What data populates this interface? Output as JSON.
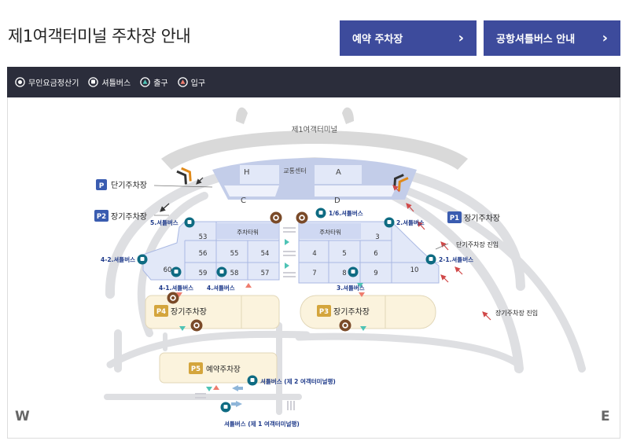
{
  "header": {
    "title": "제1여객터미널 주차장 안내",
    "btn_reservation": "예약 주차장",
    "btn_shuttle": "공항셔틀버스 안내"
  },
  "legend": {
    "items": [
      {
        "label": "무인요금정산기",
        "icon": "payment-kiosk-icon"
      },
      {
        "label": "셔틀버스",
        "icon": "bus-icon"
      },
      {
        "label": "출구",
        "icon": "exit-icon"
      },
      {
        "label": "입구",
        "icon": "entrance-icon"
      }
    ]
  },
  "colors": {
    "brand": "#3d4b9c",
    "legend_bg": "#2b2d3b",
    "lot_blue": "#e2e8f8",
    "lot_blue_border": "#a9b8e3",
    "lot_yellow": "#fbf3dd",
    "yellow_badge": "#d4a53c",
    "blue_badge": "#3a5cb0",
    "kiosk": "#7a4a28",
    "bus": "#0e6b82",
    "road": "#dedfe2"
  },
  "map": {
    "terminal": "제1여객터미널",
    "transport_center": "교통센터",
    "blocks": {
      "h": "H",
      "a": "A",
      "c": "C",
      "d": "D"
    },
    "short_term": {
      "badge": "P",
      "label": "단기주차장"
    },
    "p2": {
      "badge": "P2",
      "label": "장기주차장"
    },
    "p1": {
      "badge": "P1",
      "label": "장기주차장"
    },
    "p3": {
      "badge": "P3",
      "label": "장기주차장"
    },
    "p4": {
      "badge": "P4",
      "label": "장기주차장"
    },
    "p5": {
      "badge": "P5",
      "label": "예약주차장"
    },
    "tower_left": "주차타워",
    "tower_right": "주차타워",
    "zones": {
      "z53": "53",
      "z56": "56",
      "z55": "55",
      "z54": "54",
      "z60": "60",
      "z59": "59",
      "z58": "58",
      "z57": "57",
      "z3": "3",
      "z4": "4",
      "z5": "5",
      "z6": "6",
      "z7": "7",
      "z8": "8",
      "z9": "9",
      "z10": "10"
    },
    "bus_stops": {
      "s5": "5.셔틀버스",
      "s16": "1/6.셔틀버스",
      "s2": "2.셔틀버스",
      "s42": "4-2.셔틀버스",
      "s21": "2-1.셔틀버스",
      "s41": "4-1.셔틀버스",
      "s4": "4.셔틀버스",
      "s3": "3.셔틀버스",
      "t2": "셔틀버스 (제 2 여객터미널행)",
      "t1": "셔틀버스 (제 1 여객터미널행)"
    },
    "short_entry": "단기주차장 진입",
    "long_entry": "장기주차장 진입",
    "west": "W",
    "east": "E"
  }
}
